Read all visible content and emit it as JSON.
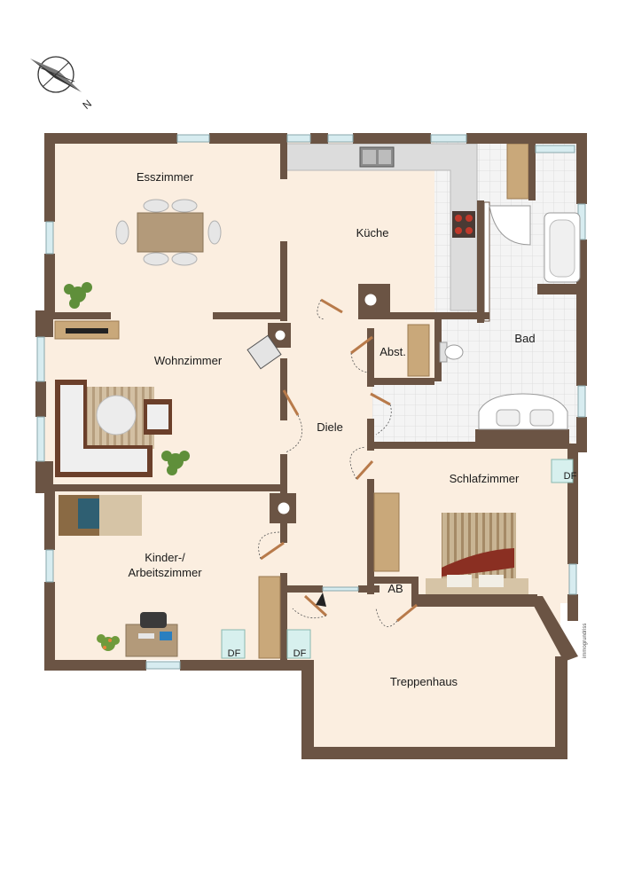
{
  "rooms": {
    "esszimmer": "Esszimmer",
    "kueche": "Küche",
    "bad": "Bad",
    "wohnzimmer": "Wohnzimmer",
    "abst": "Abst.",
    "diele": "Diele",
    "schlafzimmer": "Schlafzimmer",
    "kinder_line1": "Kinder-/",
    "kinder_line2": "Arbeitszimmer",
    "ab": "AB",
    "treppenhaus": "Treppenhaus"
  },
  "labels": {
    "df": "DF",
    "credit": "immogrundriss",
    "north": "N"
  },
  "colors": {
    "wall": "#6b5444",
    "floor": "#fbeee0",
    "bathroom_tile": "#f2f2f2",
    "kitchen_counter": "#dcdcdc",
    "window": "#d7ecf0",
    "door_leaf": "#b87a4a",
    "wood": "#c9a87a",
    "plant": "#5f8f3a"
  }
}
